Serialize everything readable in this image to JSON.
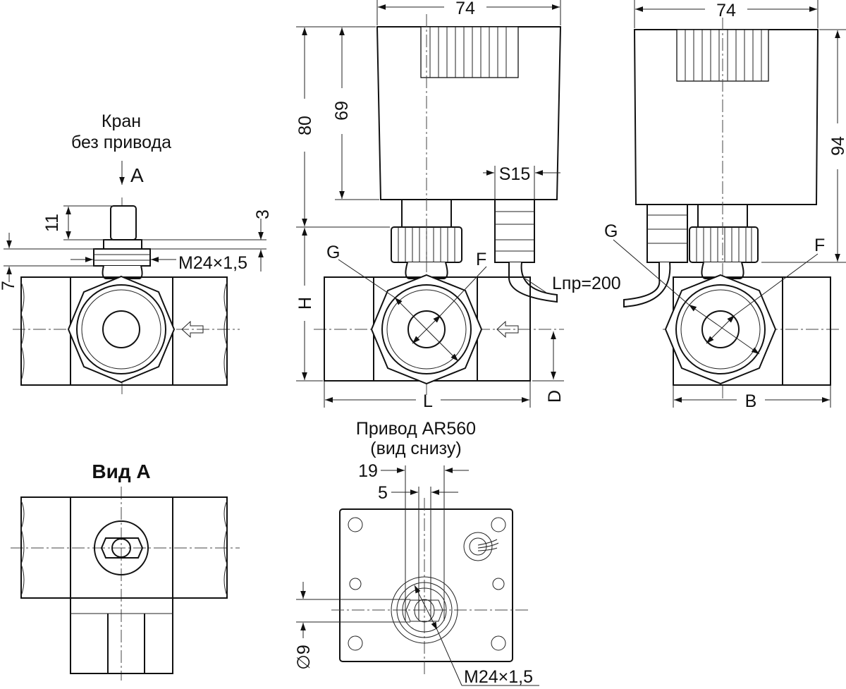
{
  "view_valve": {
    "title_line1": "Кран",
    "title_line2": "без привода",
    "view_mark": "A",
    "dim_stem": "11",
    "dim_top": "3",
    "dim_thread": "M24×1,5",
    "dim_nut": "7"
  },
  "view_front": {
    "dim_width": "74",
    "dim_total": "80",
    "dim_box": "69",
    "dim_gland": "S15",
    "cable_length": "Lпр=200",
    "port_g": "G",
    "port_f": "F",
    "dim_h": "H",
    "dim_l": "L",
    "dim_d": "D"
  },
  "view_side": {
    "dim_width": "74",
    "dim_height": "94",
    "port_g": "G",
    "port_f": "F",
    "dim_b": "B"
  },
  "view_a": {
    "title": "Вид А"
  },
  "view_bottom": {
    "title_line1": "Привод AR560",
    "title_line2": "(вид снизу)",
    "dim_19": "19",
    "dim_5": "5",
    "dim_dia": "∅9",
    "dim_thread": "M24×1,5"
  }
}
